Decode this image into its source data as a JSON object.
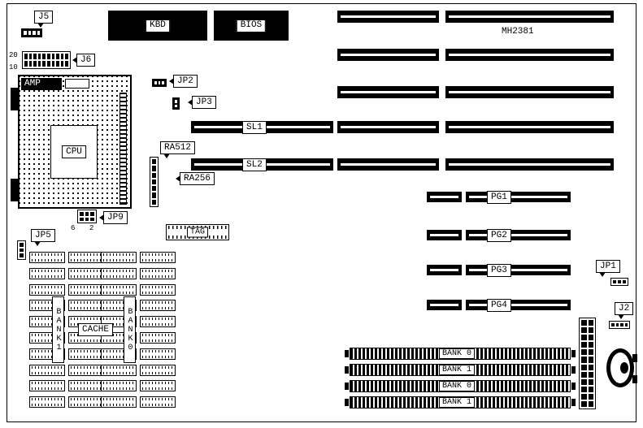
{
  "model": "MH2381",
  "chips": {
    "kbd": "KBD",
    "bios": "BIOS",
    "tag": "TAG",
    "cpu": "CPU",
    "amp": "AMP",
    "ra512": "RA512",
    "ra256": "RA256"
  },
  "jumpers": {
    "j5": "J5",
    "j6": "J6",
    "jp2": "JP2",
    "jp3": "JP3",
    "jp9": "JP9",
    "jp5": "JP5",
    "jp1": "JP1",
    "j2": "J2"
  },
  "pin_numbers": {
    "j6_top": "20",
    "j6_bottom": "10",
    "jp9_a": "6",
    "jp9_b": "2"
  },
  "slots": {
    "sl1": "SL1",
    "sl2": "SL2",
    "pg": [
      "PG1",
      "PG2",
      "PG3",
      "PG4"
    ]
  },
  "cache": {
    "label": "CACHE",
    "bank_left": "BANK1",
    "bank_right": "BANK0"
  },
  "memory": {
    "simm_banks": [
      "BANK 0",
      "BANK 1",
      "BANK 0",
      "BANK 1"
    ]
  }
}
